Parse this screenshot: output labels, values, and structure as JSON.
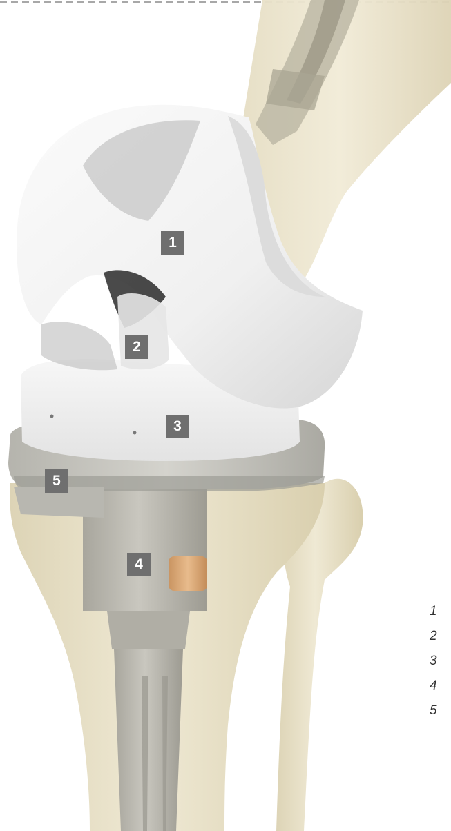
{
  "callouts": {
    "femoral_component": "1",
    "post_cam_mechanism": "2",
    "tibial_insert": "3",
    "stem_extension": "4",
    "tibial_tray": "5"
  },
  "legend": {
    "items": [
      "1",
      "2",
      "3",
      "4",
      "5"
    ]
  },
  "colors": {
    "bone": "#ede6cf",
    "bone_shadow": "#ddd3b4",
    "implant_white": "#f4f4f4",
    "implant_shadow": "#c9c9c9",
    "metal_grey": "#c2c1bb",
    "metal_dark": "#9d9c96",
    "callout_box": "#6f6f6f",
    "bushing_copper": "#d9a978",
    "dashed_rule": "#a8a8a8"
  }
}
